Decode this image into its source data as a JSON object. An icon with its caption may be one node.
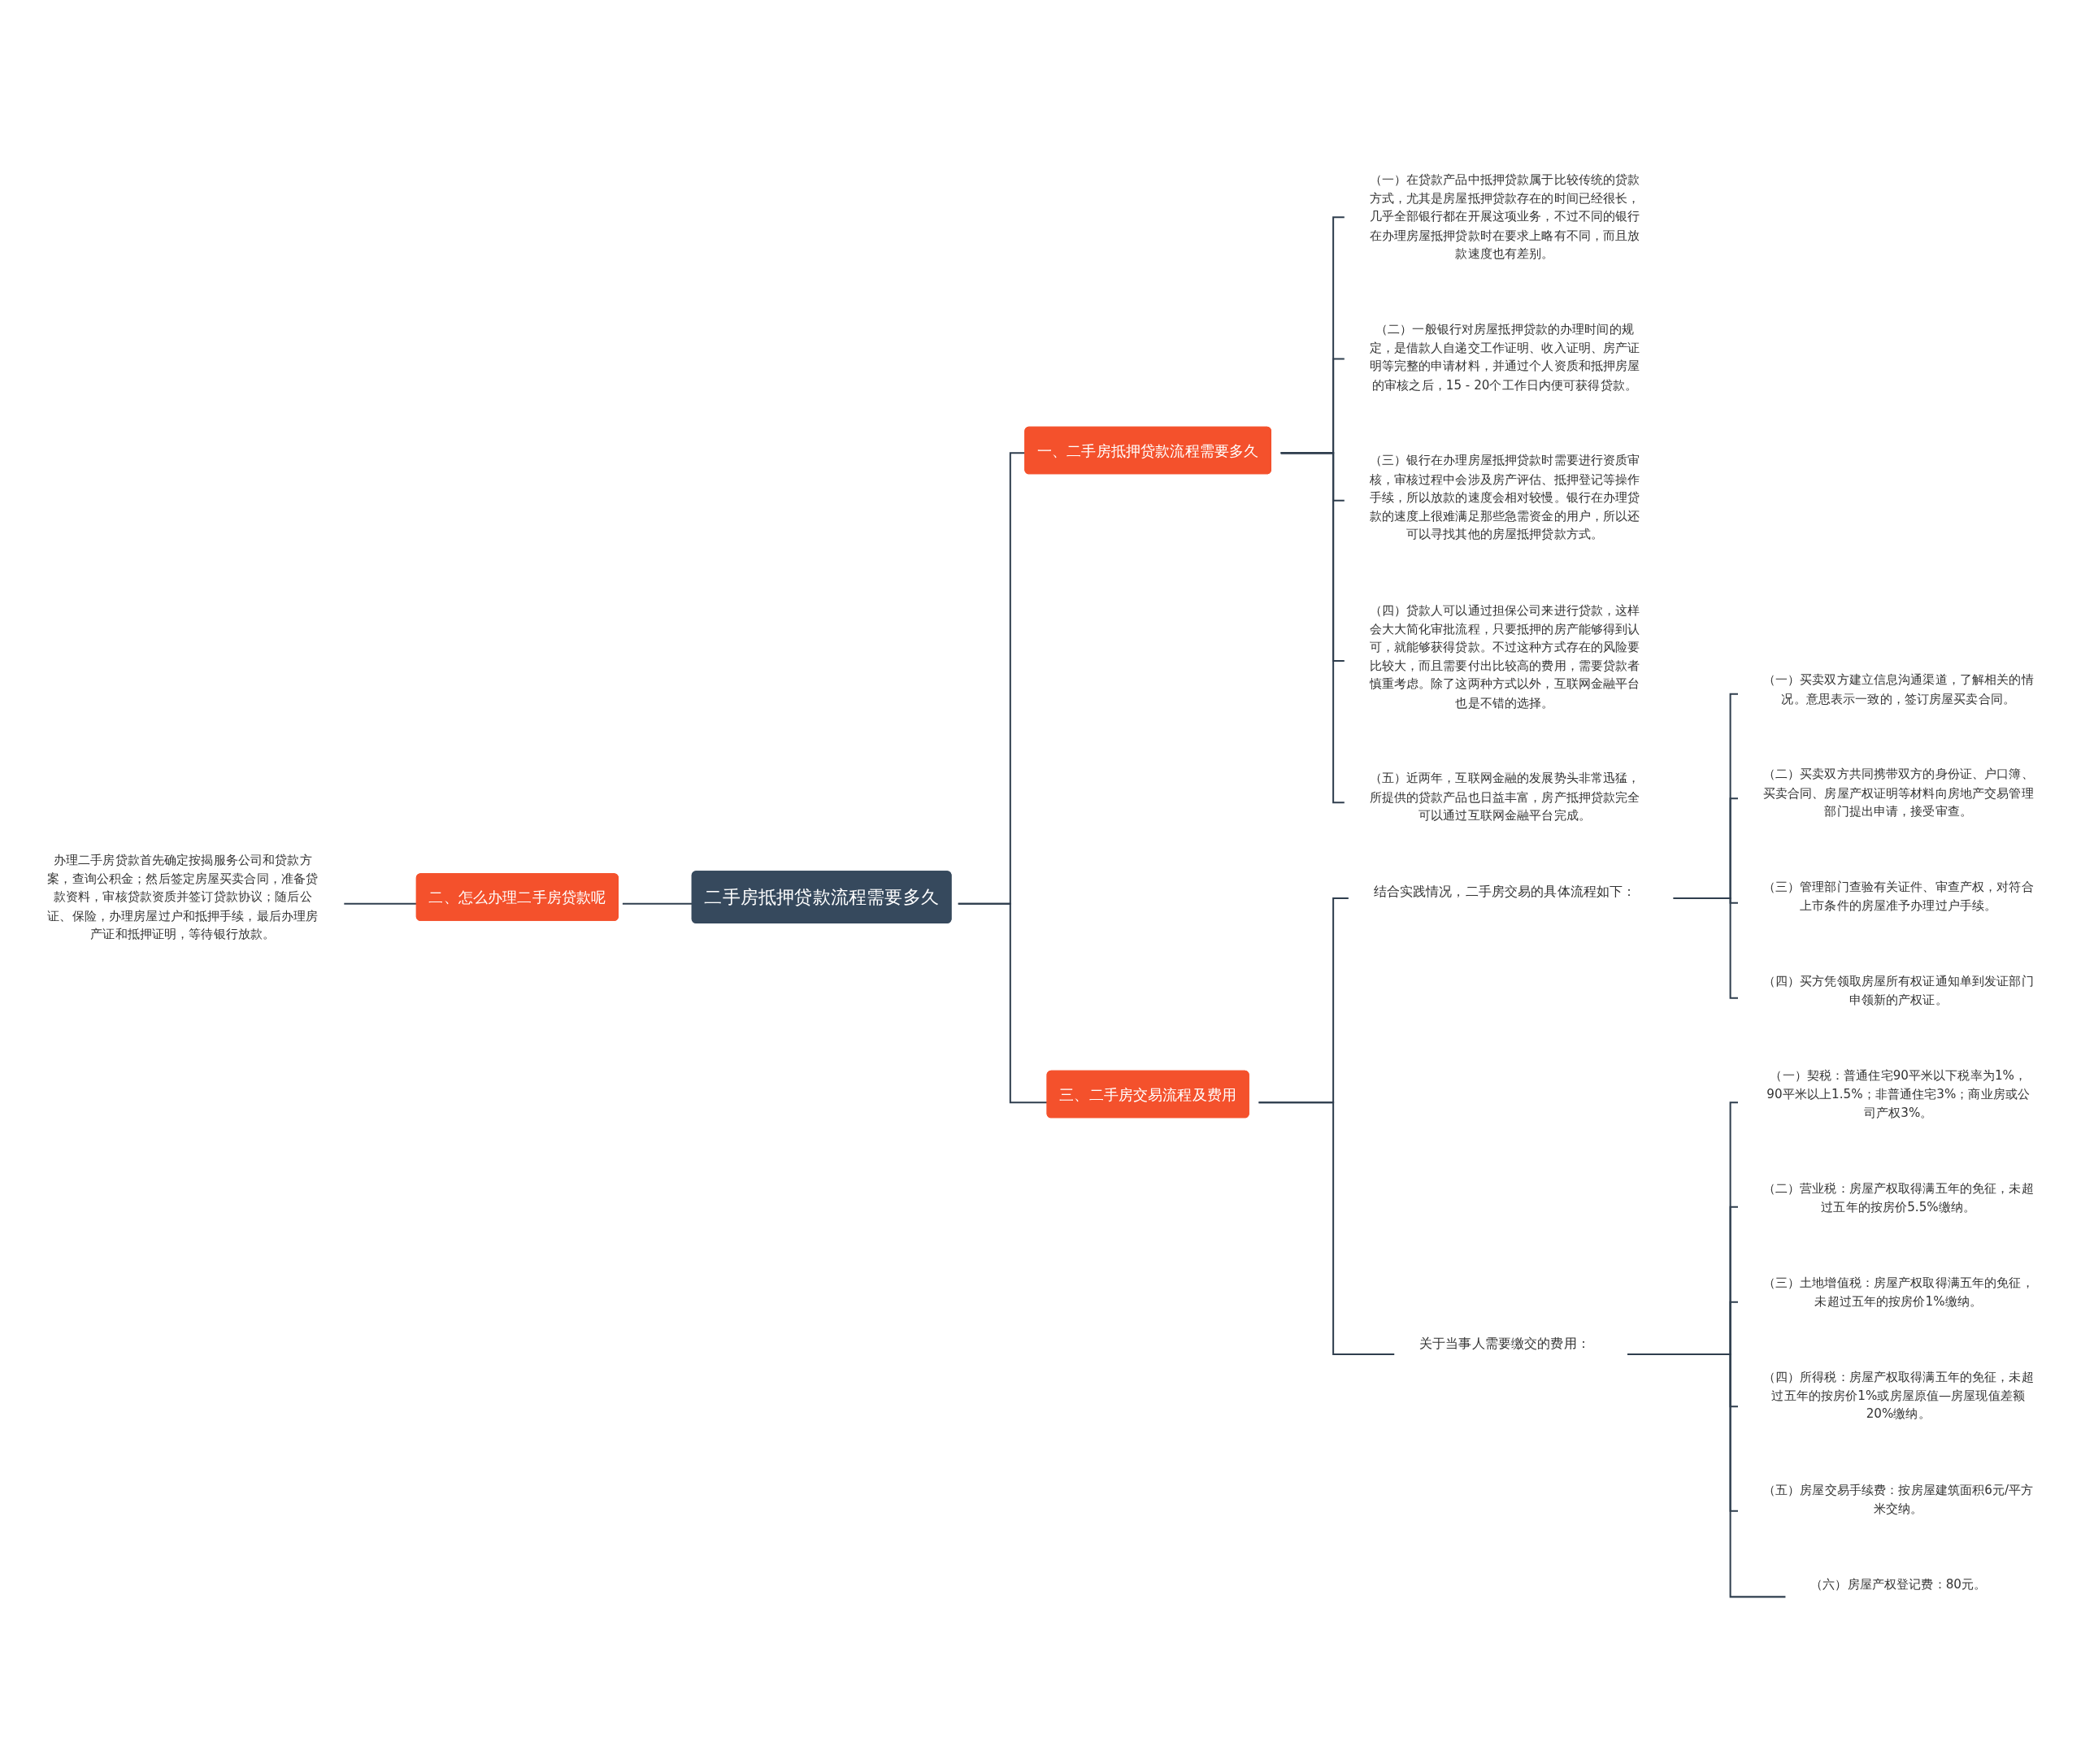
{
  "diagram": {
    "nodes": [
      {
        "text": [
          "二手房抵押贷款流程需要多久"
        ]
      },
      {
        "text": [
          "一、二手房抵押贷款流程需要多久"
        ]
      },
      {
        "text": [
          "（一）在贷款产品中抵押贷款属于比较传统的贷款方式，尤其是房屋抵押贷款存在的时间已经很长，几乎全部银行都在开展这项业务，不过不同的银行在办理房屋抵押贷款时在要求上略有不同，而且放款速度也有差别。"
        ]
      },
      {
        "text": [
          "（二）一般银行对房屋抵押贷款的办理时间的规定，是借款人自递交工作证明、收入证明、房产证明等完整的申请材料，并通过个人资质和抵押房屋的审核之后，15 - 20个工作日内便可获得贷款。"
        ]
      },
      {
        "text": [
          "（三）银行在办理房屋抵押贷款时需要进行资质审核，审核过程中会涉及房产评估、抵押登记等操作手续，所以放款的速度会相对较慢。银行在办理贷款的速度上很难满足那些急需资金的用户，所以还可以寻找其他的房屋抵押贷款方式。"
        ]
      },
      {
        "text": [
          "（四）贷款人可以通过担保公司来进行贷款，这样会大大简化审批流程，只要抵押的房产能够得到认可，就能够获得贷款。不过这种方式存在的风险要比较大，而且需要付出比较高的费用，需要贷款者慎重考虑。除了这两种方式以外，互联网金融平台也是不错的选择。"
        ]
      },
      {
        "text": [
          "（五）近两年，互联网金融的发展势头非常迅猛，所提供的贷款产品也日益丰富，房产抵押贷款完全可以通过互联网金融平台完成。"
        ]
      },
      {
        "text": [
          "二、怎么办理二手房贷款呢"
        ]
      },
      {
        "text": [
          "办理二手房贷款首先确定按揭服务公司和贷款方案，查询公积金；然后签定房屋买卖合同，准备贷款资料，审核贷款资质并签订贷款协议；随后公证、保险，办理房屋过户和抵押手续，最后办理房产证和抵押证明，等待银行放款。"
        ]
      },
      {
        "text": [
          "三、二手房交易流程及费用"
        ]
      },
      {
        "text": [
          "结合实践情况，二手房交易的具体流程如下："
        ]
      },
      {
        "text": [
          "（一）买卖双方建立信息沟通渠道，了解相关的情况。意思表示一致的，签订房屋买卖合同。"
        ]
      },
      {
        "text": [
          "（二）买卖双方共同携带双方的身份证、户口簿、买卖合同、房屋产权证明等材料向房地产交易管理部门提出申请，接受审查。"
        ]
      },
      {
        "text": [
          "（三）管理部门查验有关证件、审查产权，对符合上市条件的房屋准予办理过户手续。"
        ]
      },
      {
        "text": [
          "（四）买方凭领取房屋所有权证通知单到发证部门申领新的产权证。"
        ]
      },
      {
        "text": [
          "关于当事人需要缴交的费用："
        ]
      },
      {
        "text": [
          "（一）契税：普通住宅90平米以下税率为1%，90平米以上1.5%；非普通住宅3%；商业房或公司产权3%。"
        ]
      },
      {
        "text": [
          "（二）营业税：房屋产权取得满五年的免征，未超过五年的按房价5.5%缴纳。"
        ]
      },
      {
        "text": [
          "（三）土地增值税：房屋产权取得满五年的免征，未超过五年的按房价1%缴纳。"
        ]
      },
      {
        "text": [
          "（四）所得税：房屋产权取得满五年的免征，未超过五年的按房价1%或房屋原值—房屋现值差额20%缴纳。"
        ]
      },
      {
        "text": [
          "（五）房屋交易手续费：按房屋建筑面积6元/平方米交纳。"
        ]
      },
      {
        "text": [
          "（六）房屋产权登记费：80元。"
        ]
      }
    ],
    "edges": [
      {
        "from": 0,
        "to": 1,
        "arrow": "none"
      },
      {
        "from": 1,
        "to": 2,
        "arrow": "none"
      },
      {
        "from": 1,
        "to": 3,
        "arrow": "none"
      },
      {
        "from": 1,
        "to": 4,
        "arrow": "none"
      },
      {
        "from": 1,
        "to": 5,
        "arrow": "none"
      },
      {
        "from": 1,
        "to": 6,
        "arrow": "none"
      },
      {
        "from": 0,
        "to": 7,
        "arrow": "none"
      },
      {
        "from": 7,
        "to": 8,
        "arrow": "none"
      },
      {
        "from": 0,
        "to": 9,
        "arrow": "none"
      },
      {
        "from": 9,
        "to": 10,
        "arrow": "none"
      },
      {
        "from": 10,
        "to": 11,
        "arrow": "none"
      },
      {
        "from": 10,
        "to": 12,
        "arrow": "none"
      },
      {
        "from": 10,
        "to": 13,
        "arrow": "none"
      },
      {
        "from": 10,
        "to": 14,
        "arrow": "none"
      },
      {
        "from": 9,
        "to": 15,
        "arrow": "none"
      },
      {
        "from": 15,
        "to": 16,
        "arrow": "none"
      },
      {
        "from": 15,
        "to": 17,
        "arrow": "none"
      },
      {
        "from": 15,
        "to": 18,
        "arrow": "none"
      },
      {
        "from": 15,
        "to": 19,
        "arrow": "none"
      },
      {
        "from": 15,
        "to": 20,
        "arrow": "none"
      },
      {
        "from": 15,
        "to": 21,
        "arrow": "none"
      }
    ]
  }
}
